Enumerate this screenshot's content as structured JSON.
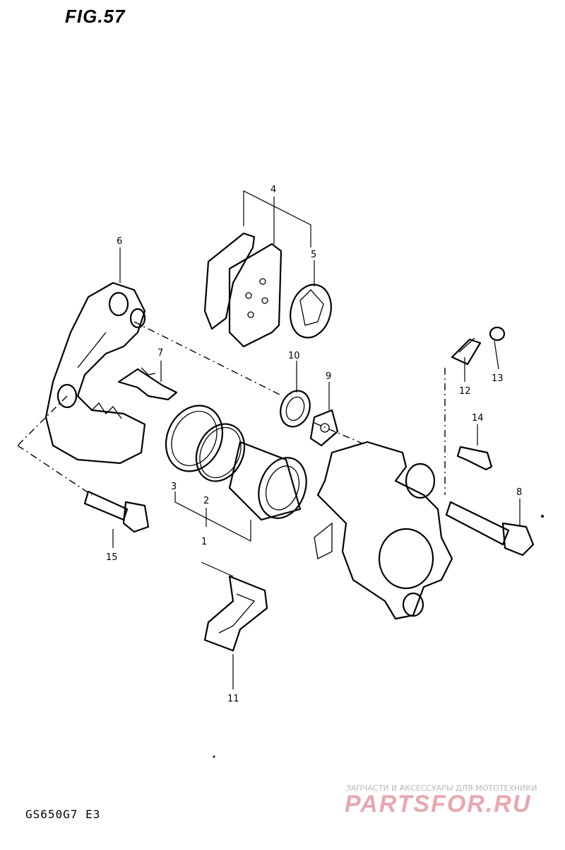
{
  "header": {
    "figure_label": "FIG.57"
  },
  "footer": {
    "model_code": "GS650G7 E3"
  },
  "watermark": {
    "tagline": "ЗАПЧАСТИ И АКСЕССУАРЫ ДЛЯ МОТОТЕХНИКИ",
    "logo": "PARTSFOR.RU",
    "logo_color": "#e8a8ae"
  },
  "callouts": [
    "1",
    "2",
    "3",
    "4",
    "5",
    "6",
    "7",
    "8",
    "9",
    "10",
    "11",
    "12",
    "13",
    "14",
    "15"
  ]
}
